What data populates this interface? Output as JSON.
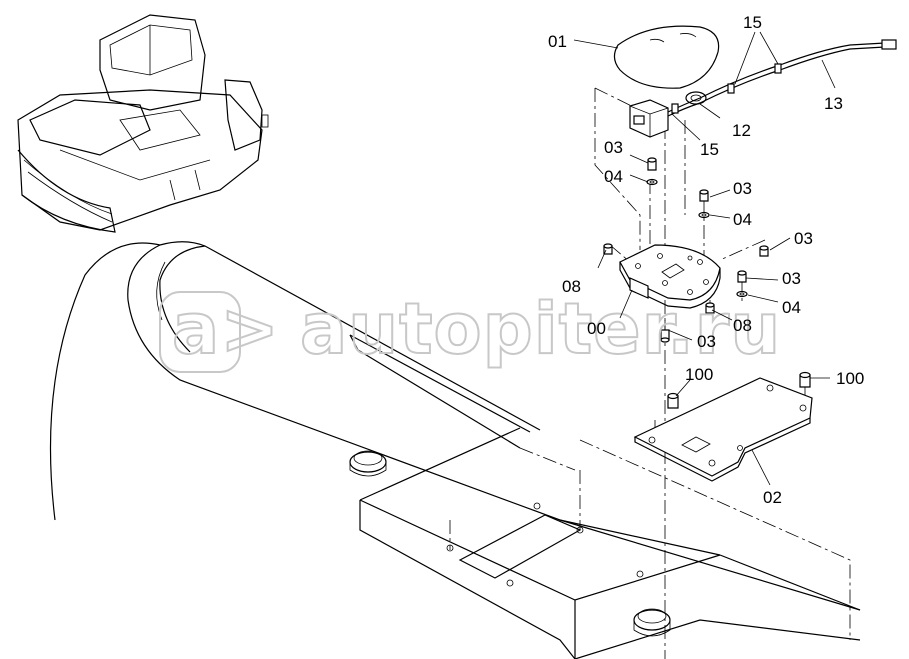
{
  "watermark": {
    "text": "autopiter.ru",
    "glyph": "a>"
  },
  "callouts": {
    "c01": "01",
    "c15a": "15",
    "c13": "13",
    "c12": "12",
    "c15b": "15",
    "c03a": "03",
    "c04a": "04",
    "c03b": "03",
    "c04b": "04",
    "c03c": "03",
    "c08a": "08",
    "c03d": "03",
    "c04c": "04",
    "c00": "00",
    "c08b": "08",
    "c03e": "03",
    "c100a": "100",
    "c100b": "100",
    "c02": "02"
  },
  "colors": {
    "lines": "#000000",
    "background": "#ffffff",
    "watermark": "#c8c8c8"
  }
}
